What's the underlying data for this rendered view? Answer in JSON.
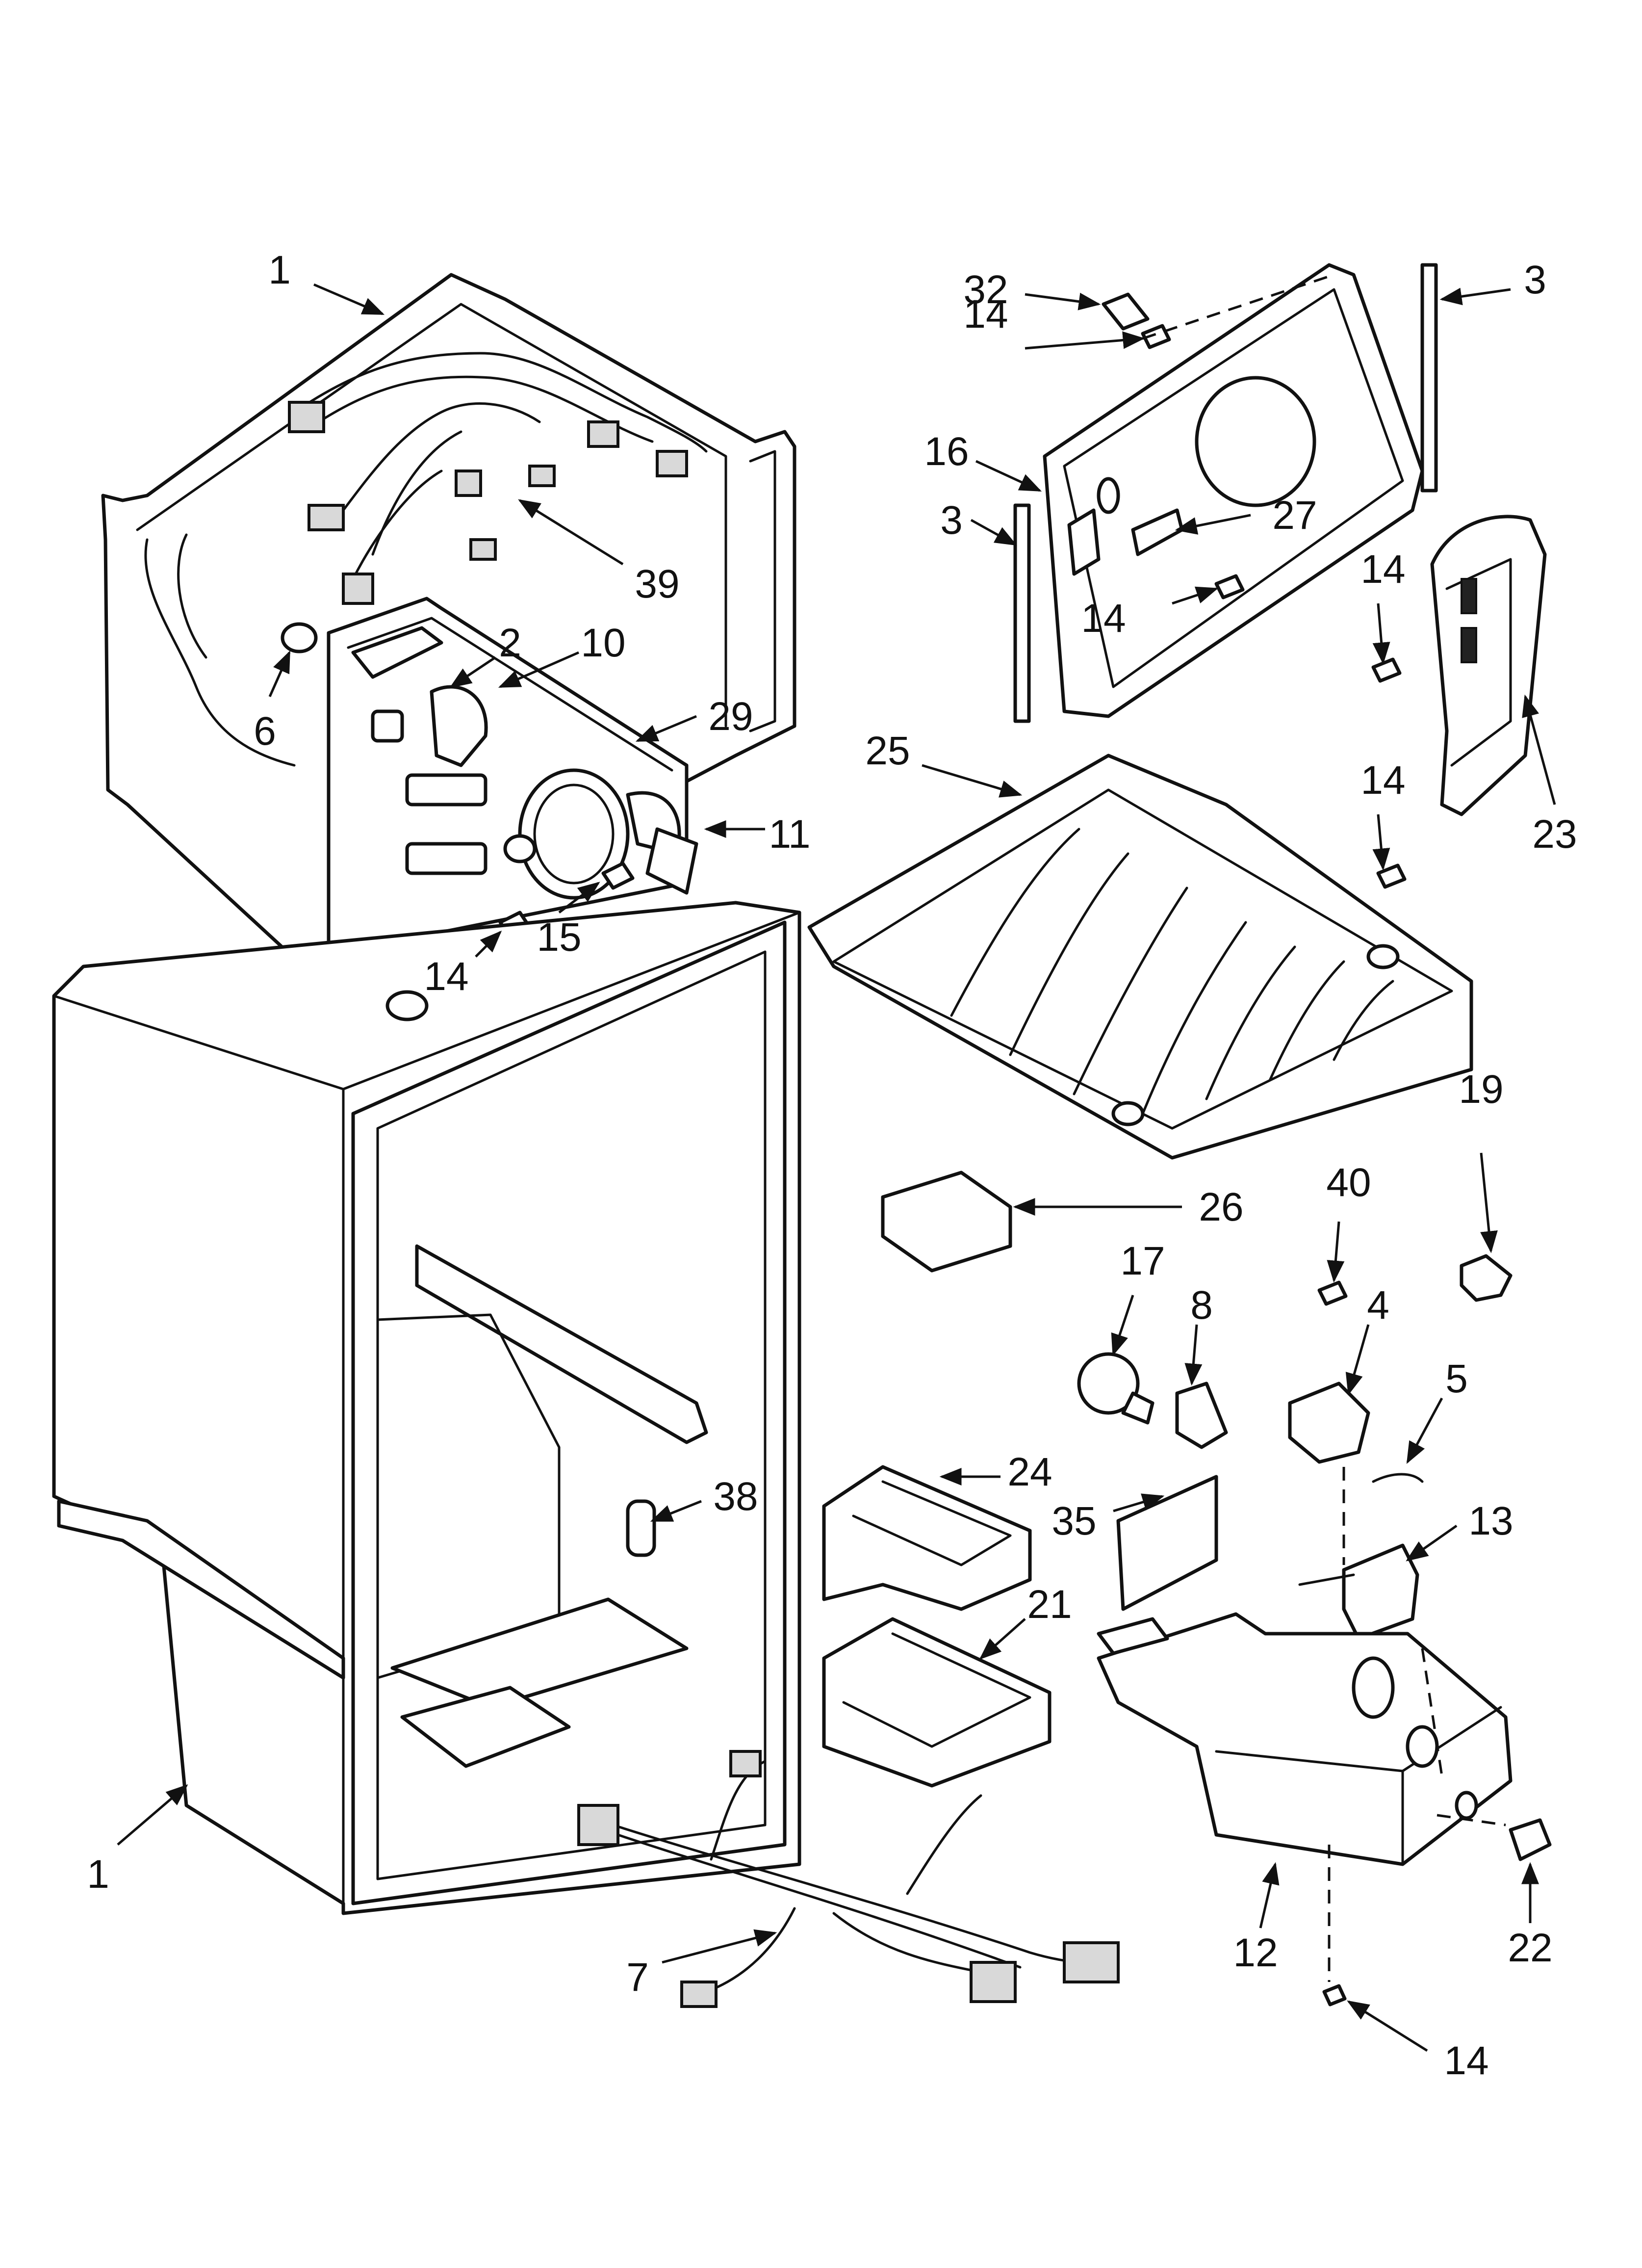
{
  "diagram": {
    "type": "exploded-parts-diagram",
    "line_color": "#111111",
    "background": "#ffffff",
    "callouts": [
      {
        "id": "c-1-top",
        "label": "1"
      },
      {
        "id": "c-1-bottom",
        "label": "1"
      },
      {
        "id": "c-2",
        "label": "2"
      },
      {
        "id": "c-3-right",
        "label": "3"
      },
      {
        "id": "c-3-left",
        "label": "3"
      },
      {
        "id": "c-4",
        "label": "4"
      },
      {
        "id": "c-5",
        "label": "5"
      },
      {
        "id": "c-6",
        "label": "6"
      },
      {
        "id": "c-7",
        "label": "7"
      },
      {
        "id": "c-8",
        "label": "8"
      },
      {
        "id": "c-10",
        "label": "10"
      },
      {
        "id": "c-11",
        "label": "11"
      },
      {
        "id": "c-12",
        "label": "12"
      },
      {
        "id": "c-13",
        "label": "13"
      },
      {
        "id": "c-14-a",
        "label": "14"
      },
      {
        "id": "c-14-b",
        "label": "14"
      },
      {
        "id": "c-14-c",
        "label": "14"
      },
      {
        "id": "c-14-d",
        "label": "14"
      },
      {
        "id": "c-14-e",
        "label": "14"
      },
      {
        "id": "c-14-f",
        "label": "14"
      },
      {
        "id": "c-15",
        "label": "15"
      },
      {
        "id": "c-16",
        "label": "16"
      },
      {
        "id": "c-17",
        "label": "17"
      },
      {
        "id": "c-19",
        "label": "19"
      },
      {
        "id": "c-21",
        "label": "21"
      },
      {
        "id": "c-22",
        "label": "22"
      },
      {
        "id": "c-23",
        "label": "23"
      },
      {
        "id": "c-24",
        "label": "24"
      },
      {
        "id": "c-25",
        "label": "25"
      },
      {
        "id": "c-26",
        "label": "26"
      },
      {
        "id": "c-27",
        "label": "27"
      },
      {
        "id": "c-29",
        "label": "29"
      },
      {
        "id": "c-32",
        "label": "32"
      },
      {
        "id": "c-35",
        "label": "35"
      },
      {
        "id": "c-38",
        "label": "38"
      },
      {
        "id": "c-39",
        "label": "39"
      },
      {
        "id": "c-40",
        "label": "40"
      }
    ]
  }
}
